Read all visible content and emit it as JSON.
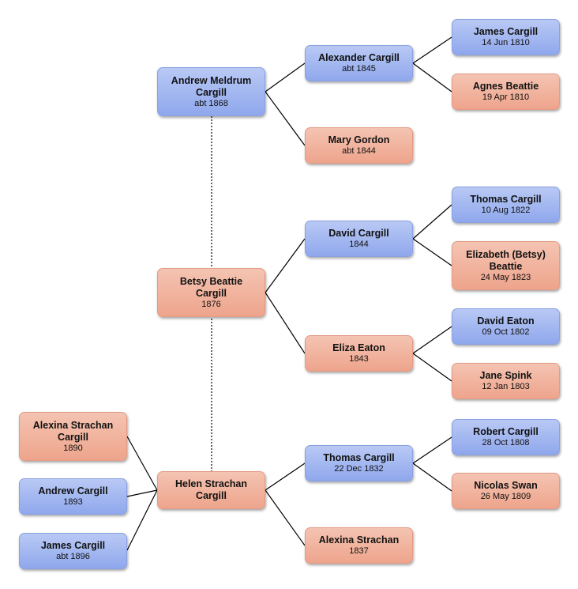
{
  "people": {
    "andrew_meldrum": {
      "name_line1": "Andrew Meldrum",
      "name_line2": "Cargill",
      "date": "abt 1868",
      "gender": "male"
    },
    "betsy_beattie": {
      "name_line1": "Betsy Beattie",
      "name_line2": "Cargill",
      "date": "1876",
      "gender": "female"
    },
    "helen_strachan": {
      "name_line1": "Helen Strachan",
      "name_line2": "Cargill",
      "date": "",
      "gender": "female"
    },
    "alexina_sc": {
      "name_line1": "Alexina Strachan",
      "name_line2": "Cargill",
      "date": "1890",
      "gender": "female"
    },
    "andrew_c": {
      "name_line1": "Andrew Cargill",
      "name_line2": "",
      "date": "1893",
      "gender": "male"
    },
    "james_c_1896": {
      "name_line1": "James Cargill",
      "name_line2": "",
      "date": "abt 1896",
      "gender": "male"
    },
    "alexander_c": {
      "name_line1": "Alexander Cargill",
      "name_line2": "",
      "date": "abt 1845",
      "gender": "male"
    },
    "mary_gordon": {
      "name_line1": "Mary Gordon",
      "name_line2": "",
      "date": "abt 1844",
      "gender": "female"
    },
    "david_c": {
      "name_line1": "David Cargill",
      "name_line2": "",
      "date": "1844",
      "gender": "male"
    },
    "eliza_eaton": {
      "name_line1": "Eliza Eaton",
      "name_line2": "",
      "date": "1843",
      "gender": "female"
    },
    "thomas_c_1832": {
      "name_line1": "Thomas Cargill",
      "name_line2": "",
      "date": "22 Dec 1832",
      "gender": "male"
    },
    "alexina_strachan": {
      "name_line1": "Alexina Strachan",
      "name_line2": "",
      "date": "1837",
      "gender": "female"
    },
    "james_c_1810": {
      "name_line1": "James Cargill",
      "name_line2": "",
      "date": "14 Jun 1810",
      "gender": "male"
    },
    "agnes_beattie": {
      "name_line1": "Agnes Beattie",
      "name_line2": "",
      "date": "19 Apr 1810",
      "gender": "female"
    },
    "thomas_c_1822": {
      "name_line1": "Thomas Cargill",
      "name_line2": "",
      "date": "10 Aug 1822",
      "gender": "male"
    },
    "elizabeth_beattie": {
      "name_line1": "Elizabeth (Betsy)",
      "name_line2": "Beattie",
      "date": "24 May 1823",
      "gender": "female"
    },
    "david_eaton": {
      "name_line1": "David Eaton",
      "name_line2": "",
      "date": "09 Oct 1802",
      "gender": "male"
    },
    "jane_spink": {
      "name_line1": "Jane Spink",
      "name_line2": "",
      "date": "12 Jan 1803",
      "gender": "female"
    },
    "robert_c": {
      "name_line1": "Robert Cargill",
      "name_line2": "",
      "date": "28 Oct 1808",
      "gender": "male"
    },
    "nicolas_swan": {
      "name_line1": "Nicolas Swan",
      "name_line2": "",
      "date": "26 May 1809",
      "gender": "female"
    }
  }
}
